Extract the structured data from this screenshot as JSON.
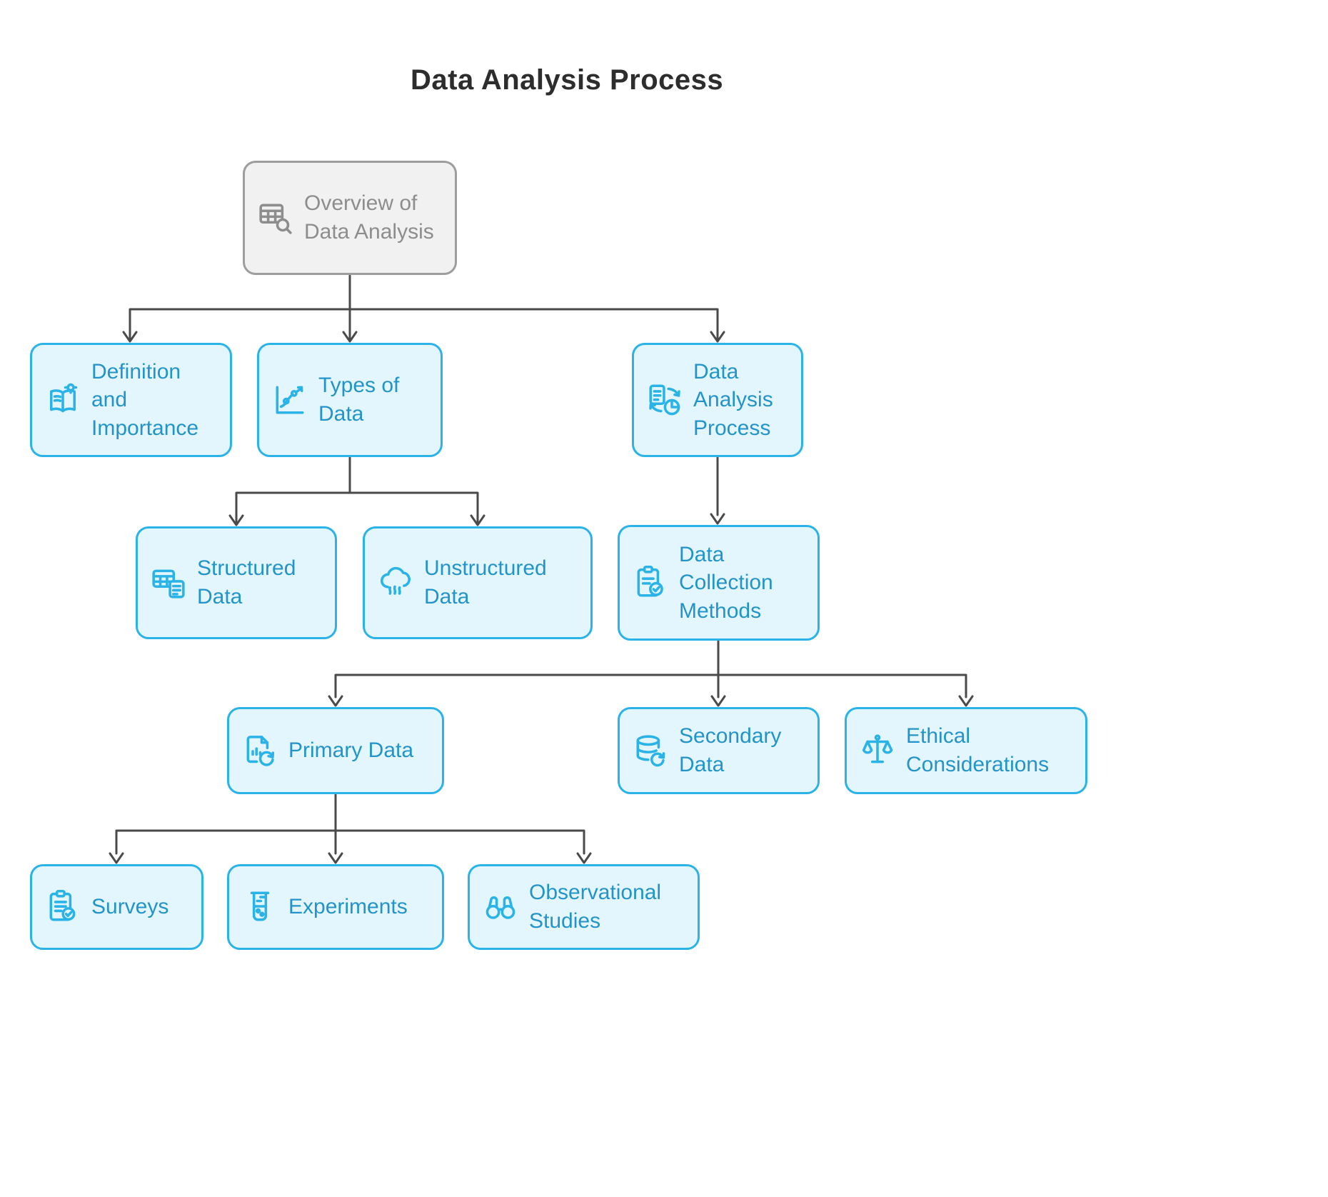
{
  "title": "Data Analysis Process",
  "colors": {
    "node_fill": "#e4f6fd",
    "node_border": "#2ab3e6",
    "node_text": "#2394c9",
    "root_fill": "#f1f1f2",
    "root_border": "#9d9d9d",
    "root_text": "#8d8d8d",
    "connector": "#4a4a4a",
    "title_color": "#2d2d2d",
    "background": "#ffffff"
  },
  "nodes": {
    "overview": {
      "label": "Overview of Data Analysis",
      "icon": "table-search-icon"
    },
    "definition": {
      "label": "Definition and Importance",
      "icon": "book-lightbulb-icon"
    },
    "types": {
      "label": "Types of Data",
      "icon": "scatter-chart-icon"
    },
    "process": {
      "label": "Data Analysis Process",
      "icon": "document-cycle-pie-icon"
    },
    "structured": {
      "label": "Structured Data",
      "icon": "table-document-icon"
    },
    "unstructured": {
      "label": "Unstructured Data",
      "icon": "cloud-data-icon"
    },
    "collection": {
      "label": "Data Collection Methods",
      "icon": "clipboard-check-icon"
    },
    "primary": {
      "label": "Primary Data",
      "icon": "document-chart-refresh-icon"
    },
    "secondary": {
      "label": "Secondary Data",
      "icon": "database-refresh-icon"
    },
    "ethical": {
      "label": "Ethical Considerations",
      "icon": "balance-scale-icon"
    },
    "surveys": {
      "label": "Surveys",
      "icon": "clipboard-check-icon"
    },
    "experiments": {
      "label": "Experiments",
      "icon": "beaker-icon"
    },
    "observational": {
      "label": "Observational Studies",
      "icon": "binoculars-icon"
    }
  },
  "edges": [
    {
      "from": "overview",
      "to": "definition"
    },
    {
      "from": "overview",
      "to": "types"
    },
    {
      "from": "overview",
      "to": "process"
    },
    {
      "from": "types",
      "to": "structured"
    },
    {
      "from": "types",
      "to": "unstructured"
    },
    {
      "from": "process",
      "to": "collection"
    },
    {
      "from": "collection",
      "to": "primary"
    },
    {
      "from": "collection",
      "to": "secondary"
    },
    {
      "from": "collection",
      "to": "ethical"
    },
    {
      "from": "primary",
      "to": "surveys"
    },
    {
      "from": "primary",
      "to": "experiments"
    },
    {
      "from": "primary",
      "to": "observational"
    }
  ]
}
